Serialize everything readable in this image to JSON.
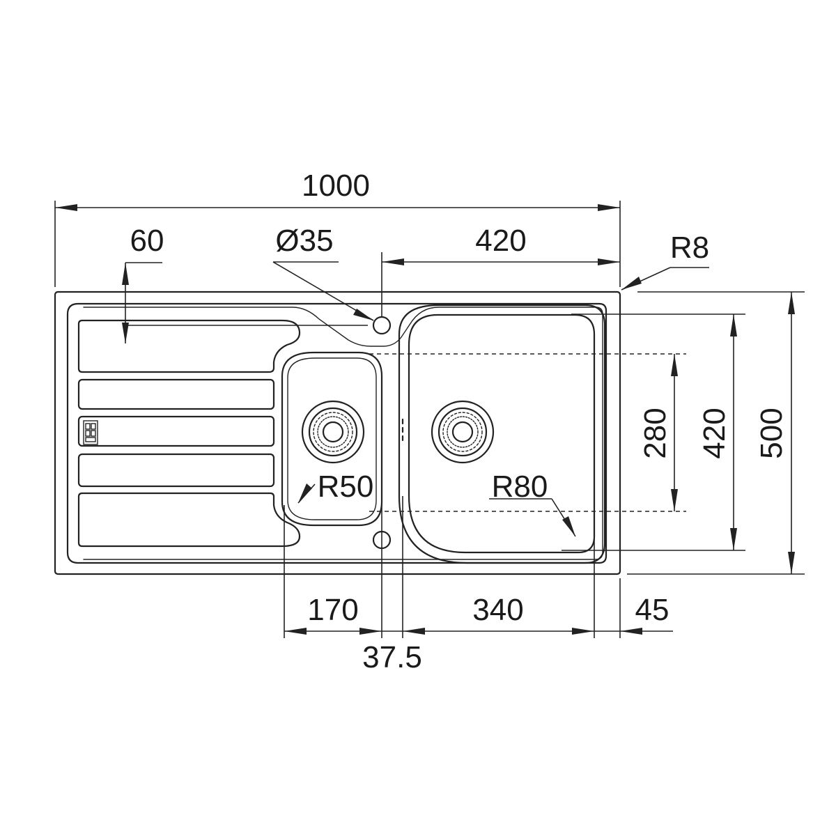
{
  "drawing": {
    "overall_width": "1000",
    "overall_depth": "500",
    "drainer_rib_offset": "60",
    "tap_hole_diameter": "Ø35",
    "main_bowl_offset": "420",
    "corner_radius": "R8",
    "main_bowl_depth_inner": "280",
    "main_bowl_depth": "420",
    "small_bowl_radius": "R50",
    "main_bowl_radius": "R80",
    "small_bowl_width": "170",
    "divider_width": "37.5",
    "main_bowl_width": "340",
    "right_rim": "45"
  }
}
